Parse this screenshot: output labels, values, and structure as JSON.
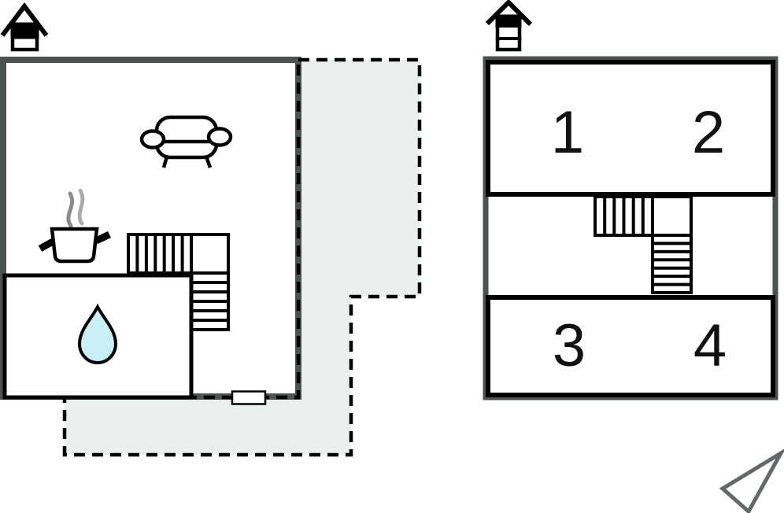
{
  "page": {
    "type": "vacation-home-floor-plan",
    "background": "#ffffff"
  },
  "colors": {
    "wall_gray": "#4c5252",
    "line_black": "#000000",
    "terrace_fill": "#e8efec",
    "drop_fill": "#c9f1f5",
    "steam_dark": "#8b8b8b",
    "steam_light": "#ababab",
    "arrow_gray": "#63686a",
    "label_color": "#111111"
  },
  "ground_floor": {
    "icons": [
      "house-level-indicator-ground",
      "sofa-icon",
      "steam-icon",
      "cooking-pot-icon",
      "staircase",
      "water-drop-icon",
      "entrance-door",
      "terrace-dashed-area"
    ]
  },
  "upper_floor": {
    "room_labels": [
      "1",
      "2",
      "3",
      "4"
    ],
    "icons": [
      "house-level-indicator-upper",
      "staircase"
    ]
  },
  "compass": {
    "icon": "direction-arrow-icon"
  }
}
